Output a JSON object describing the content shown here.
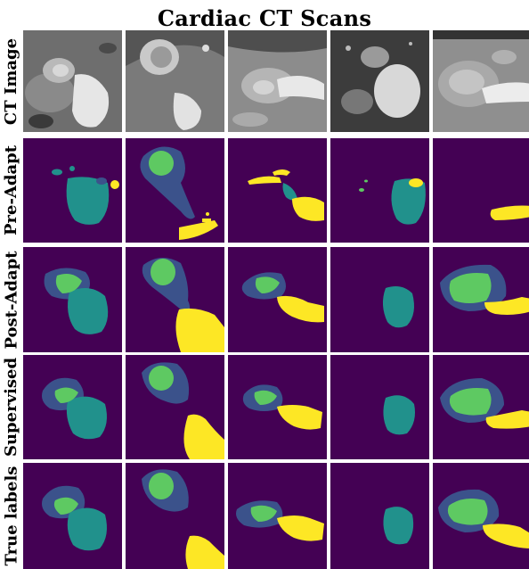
{
  "title": "Cardiac CT Scans",
  "rows": [
    {
      "label": "CT Image"
    },
    {
      "label": "Pre-Adapt"
    },
    {
      "label": "Post-Adapt"
    },
    {
      "label": "Supervised"
    },
    {
      "label": "True labels"
    }
  ],
  "colors": {
    "background": "#440154",
    "outer_ring": "#3b528b",
    "inner_region": "#5ec962",
    "teal_region": "#21918c",
    "yellow_region": "#fde725"
  }
}
